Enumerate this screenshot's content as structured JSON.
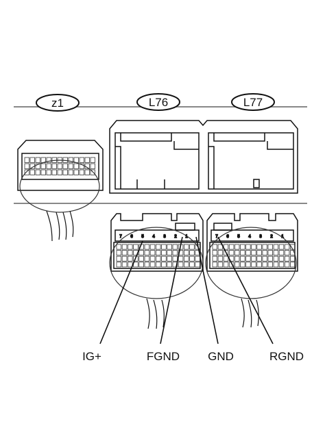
{
  "connectors": {
    "z1": "z1",
    "l76": "L76",
    "l77": "L77"
  },
  "signals": {
    "ig_plus": "IG+",
    "fgnd": "FGND",
    "gnd": "GND",
    "rgnd": "RGND"
  },
  "pins_l76": [
    "7",
    "6",
    "5",
    "4",
    "3",
    "2",
    "1"
  ],
  "pins_l77": [
    "7",
    "6",
    "5",
    "4",
    "3",
    "2",
    "1"
  ]
}
